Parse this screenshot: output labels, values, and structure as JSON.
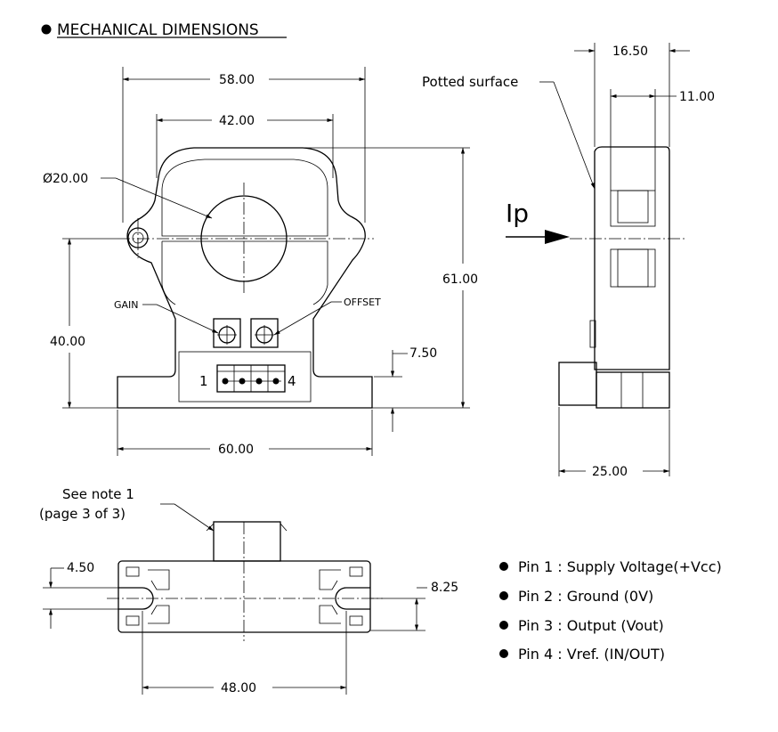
{
  "title": "MECHANICAL DIMENSIONS",
  "front_view": {
    "dim_width_top": "58.00",
    "dim_hole_spacing": "42.00",
    "dim_aperture": "Ø20.00",
    "dim_height": "61.00",
    "dim_center_height": "40.00",
    "dim_base_width": "60.00",
    "dim_base_thickness": "7.50",
    "label_gain": "GAIN",
    "label_offset": "OFFSET",
    "pin_first": "1",
    "pin_last": "4"
  },
  "side_view": {
    "dim_total_depth": "16.50",
    "dim_core_depth": "11.00",
    "label_potted": "Potted surface",
    "label_current": "Ip",
    "dim_base_depth": "25.00"
  },
  "bottom_view": {
    "note_line1": "See note 1",
    "note_line2": "(page 3 of 3)",
    "dim_offset": "4.50",
    "dim_slot": "8.25",
    "dim_mount_spacing": "48.00"
  },
  "pinout": [
    "Pin 1 : Supply Voltage(+Vcc)",
    "Pin 2 : Ground (0V)",
    "Pin 3 : Output (Vout)",
    "Pin 4 : Vref. (IN/OUT)"
  ]
}
